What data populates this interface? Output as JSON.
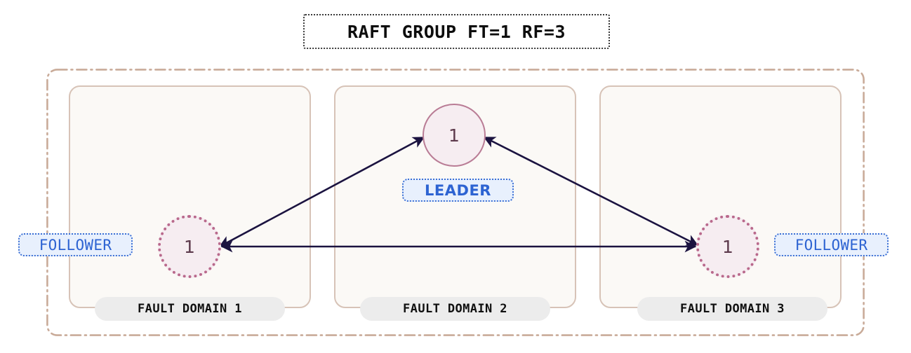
{
  "diagram": {
    "title": "RAFT GROUP FT=1 RF=3",
    "colors": {
      "background": "#ffffff",
      "cluster_border": "#c9ab99",
      "fault_domain_border": "#d7c3b7",
      "fault_domain_fill": "#fbf9f6",
      "fault_domain_label_bg": "#ececec",
      "node_fill": "#f6edf1",
      "leader_node_border": "#b97c95",
      "follower_node_border": "#b9698c",
      "node_text": "#5d3a4c",
      "edge": "#1b1340",
      "badge_text": "#2d63d2",
      "badge_fill": "#e8f0fd",
      "badge_border": "#3b6fd4",
      "title_border": "#3a3a3a",
      "title_text": "#0d0d0d"
    },
    "fault_domains": [
      {
        "label": "FAULT DOMAIN 1"
      },
      {
        "label": "FAULT DOMAIN 2"
      },
      {
        "label": "FAULT DOMAIN 3"
      }
    ],
    "nodes": [
      {
        "id": "leader",
        "value": "1",
        "role": "LEADER",
        "style": "solid"
      },
      {
        "id": "follower-1",
        "value": "1",
        "role": "FOLLOWER",
        "style": "dotted"
      },
      {
        "id": "follower-2",
        "value": "1",
        "role": "FOLLOWER",
        "style": "dotted"
      }
    ],
    "edges": [
      {
        "from": "follower-1",
        "to": "leader",
        "direction": "bidirectional"
      },
      {
        "from": "leader",
        "to": "follower-2",
        "direction": "bidirectional"
      },
      {
        "from": "follower-1",
        "to": "follower-2",
        "direction": "bidirectional"
      }
    ]
  }
}
